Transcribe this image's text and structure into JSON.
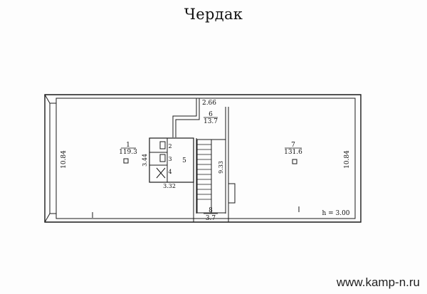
{
  "title": "Чердак",
  "watermark": "www.kamp-n.ru",
  "height_note": "h = 3.00",
  "dimensions": {
    "left_height": "10.84",
    "right_height": "10.84",
    "corridor_width": "2.66",
    "wc_depth": "3.44",
    "wc_width": "3.32",
    "stair_depth": "9.33"
  },
  "rooms": [
    {
      "number": "1",
      "area": "119.3"
    },
    {
      "number": "2",
      "area": ""
    },
    {
      "number": "3",
      "area": ""
    },
    {
      "number": "4",
      "area": ""
    },
    {
      "number": "5",
      "area": ""
    },
    {
      "number": "6",
      "area": "13.7"
    },
    {
      "number": "7",
      "area": "131.6"
    },
    {
      "number": "8",
      "area": "3.7"
    }
  ],
  "colors": {
    "ink": "#1a1a1a",
    "paper": "#fdfdfd"
  }
}
